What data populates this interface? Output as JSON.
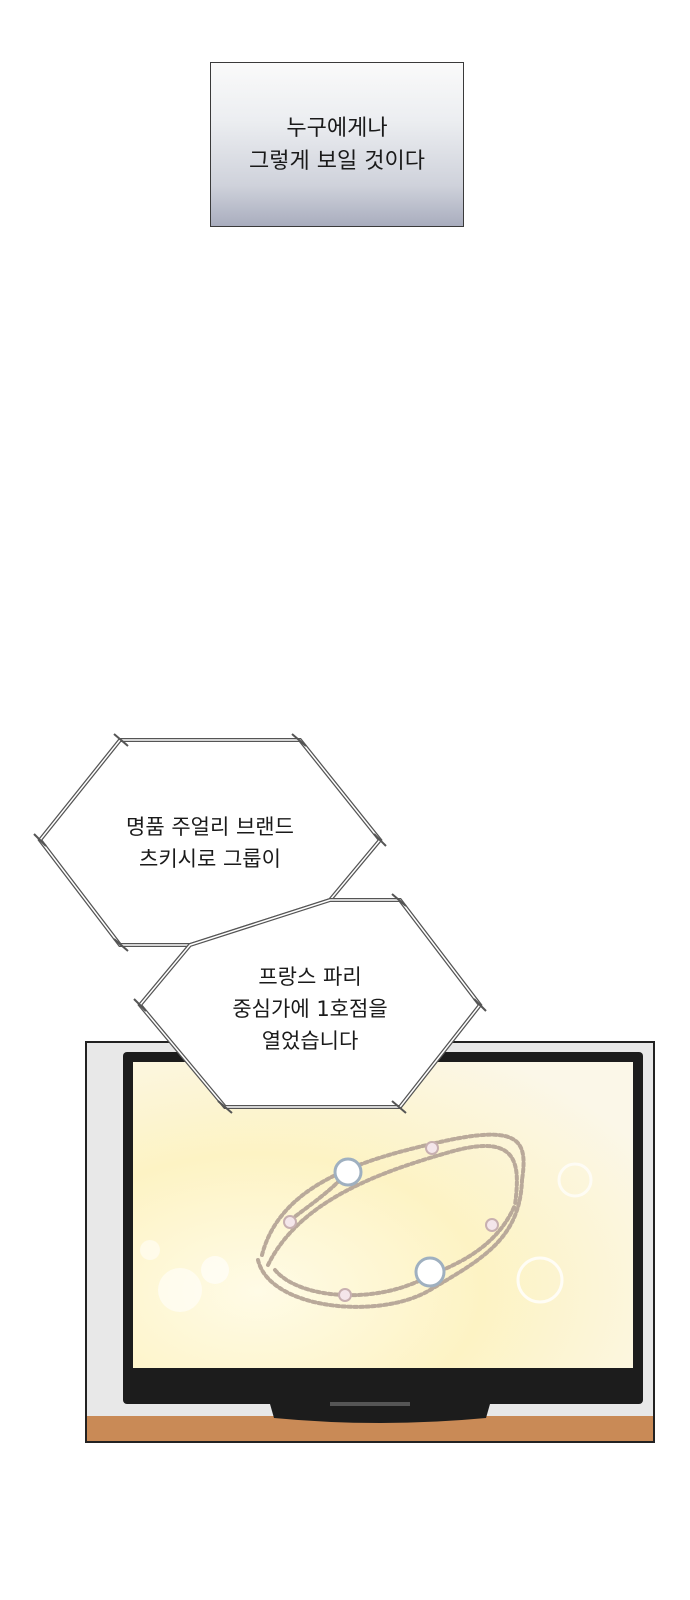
{
  "narration": {
    "line1": "누구에게나",
    "line2": "그렇게 보일 것이다"
  },
  "bubble_top": {
    "line1": "명품 주얼리 브랜드",
    "line2": "츠키시로 그룹이"
  },
  "bubble_bottom": {
    "line1": "프랑스 파리",
    "line2": "중심가에 1호점을",
    "line3": "열었습니다"
  },
  "colors": {
    "screen_glow": "#fff7d6",
    "tv_bezel": "#1c1c1c",
    "shelf": "#c98a56"
  }
}
